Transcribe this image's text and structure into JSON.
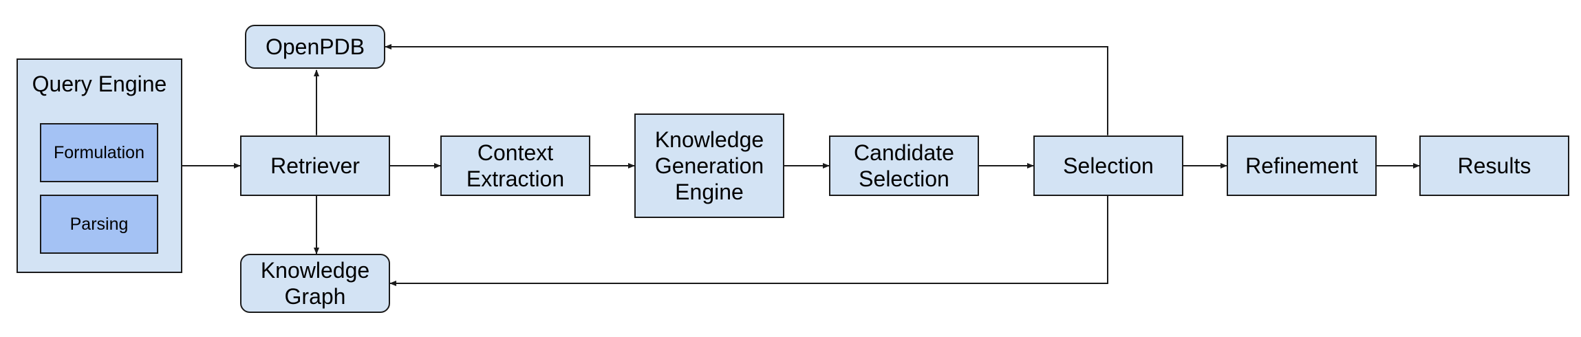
{
  "nodes": {
    "query_engine": "Query Engine",
    "formulation": "Formulation",
    "parsing": "Parsing",
    "openpdb": "OpenPDB",
    "retriever": "Retriever",
    "knowledge_graph": "Knowledge\nGraph",
    "context_extraction": "Context\nExtraction",
    "knowledge_generation_engine": "Knowledge\nGeneration\nEngine",
    "candidate_selection": "Candidate\nSelection",
    "selection": "Selection",
    "refinement": "Refinement",
    "results": "Results"
  },
  "colors": {
    "node_fill": "#d3e3f4",
    "inner_fill": "#a4c2f4",
    "stroke": "#1a1a1a"
  }
}
